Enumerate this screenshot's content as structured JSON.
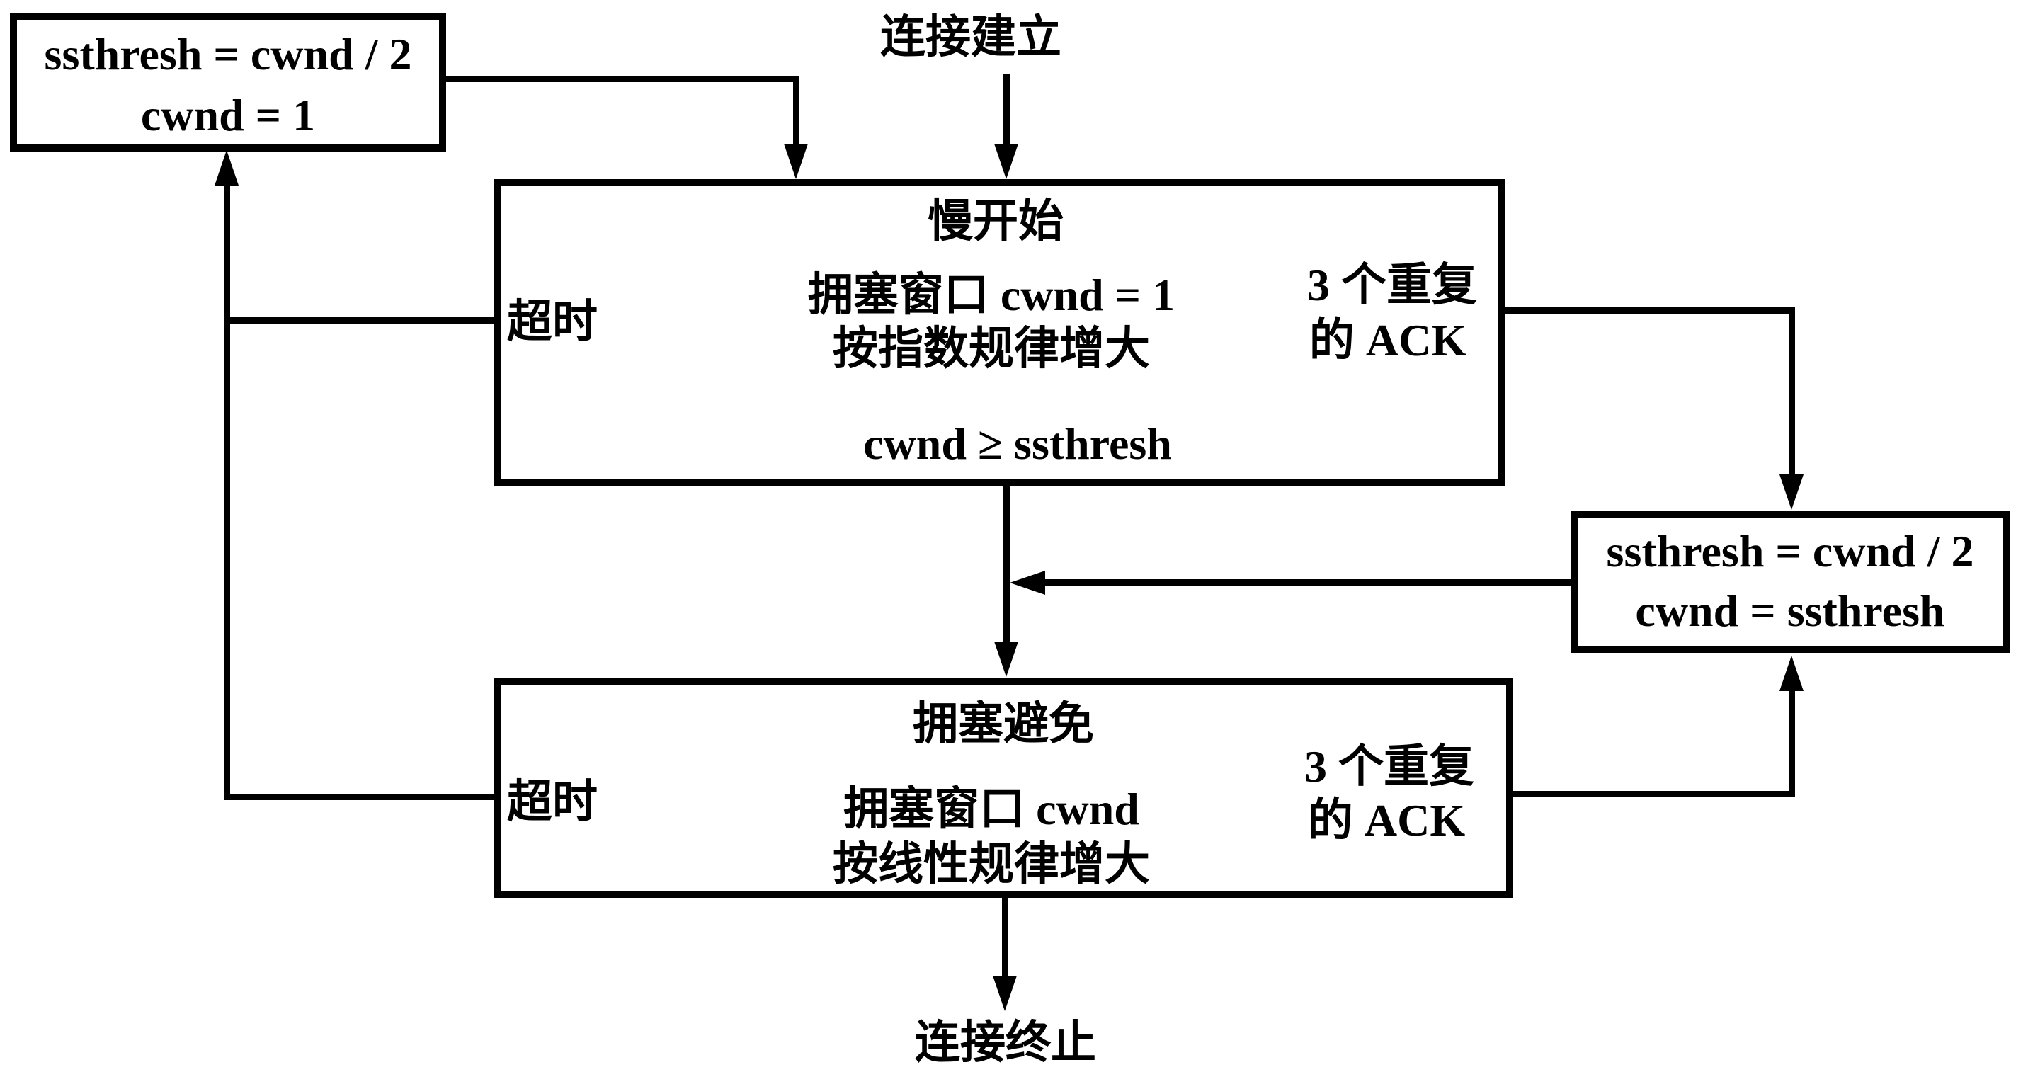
{
  "diagram": {
    "description": "TCP congestion control state transition diagram",
    "colors": {
      "line": "#000000",
      "background": "#ffffff",
      "box_background": "#ffffff"
    },
    "top_label": "连接建立",
    "bottom_label": "连接终止",
    "reset_box": {
      "line1": "ssthresh = cwnd / 2",
      "line2": "cwnd = 1"
    },
    "slow_start_box": {
      "title": "慢开始",
      "body_line1": "拥塞窗口 cwnd = 1",
      "body_line2": "按指数规律增大",
      "exit_condition": "cwnd ≥ ssthresh",
      "timeout_label": "超时",
      "dup_ack_line1": "3 个重复",
      "dup_ack_line2": "的 ACK"
    },
    "threshold_box": {
      "line1": "ssthresh = cwnd / 2",
      "line2": "cwnd = ssthresh"
    },
    "congestion_avoidance_box": {
      "title": "拥塞避免",
      "body_line1": "拥塞窗口 cwnd",
      "body_line2": "按线性规律增大",
      "timeout_label": "超时",
      "dup_ack_line1": "3 个重复",
      "dup_ack_line2": "的 ACK"
    }
  }
}
